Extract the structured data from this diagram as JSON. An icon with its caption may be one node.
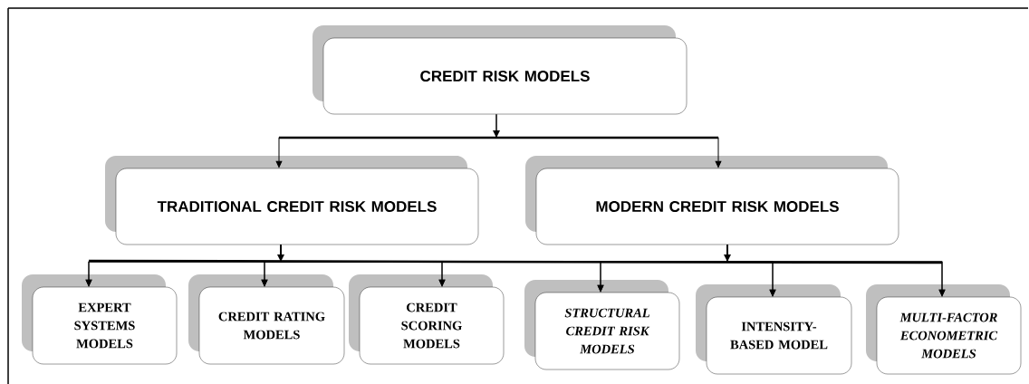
{
  "diagram": {
    "nodes": [
      {
        "text": [
          "CREDIT RISK MODELS"
        ]
      },
      {
        "text": [
          "TRADITIONAL CREDIT RISK MODELS"
        ]
      },
      {
        "text": [
          "MODERN CREDIT RISK MODELS"
        ]
      },
      {
        "text": [
          "EXPERT SYSTEMS MODELS"
        ]
      },
      {
        "text": [
          "CREDIT RATING MODELS"
        ]
      },
      {
        "text": [
          "CREDIT SCORING MODELS"
        ]
      },
      {
        "text": [
          "STRUCTURAL CREDIT RISK MODELS"
        ]
      },
      {
        "text": [
          "INTENSITY-BASED MODEL"
        ]
      },
      {
        "text": [
          "MULTI-FACTOR ECONOMETRIC MODELS"
        ]
      }
    ],
    "edges": [
      {
        "from": 0,
        "to": 1,
        "arrow": "to"
      },
      {
        "from": 0,
        "to": 2,
        "arrow": "to"
      },
      {
        "from": 1,
        "to": 3,
        "arrow": "to"
      },
      {
        "from": 1,
        "to": 4,
        "arrow": "to"
      },
      {
        "from": 1,
        "to": 5,
        "arrow": "to"
      },
      {
        "from": 1,
        "to": 6,
        "arrow": "to"
      },
      {
        "from": 1,
        "to": 7,
        "arrow": "to"
      },
      {
        "from": 1,
        "to": 8,
        "arrow": "to"
      },
      {
        "from": 2,
        "to": 3,
        "arrow": "to"
      },
      {
        "from": 2,
        "to": 4,
        "arrow": "to"
      },
      {
        "from": 2,
        "to": 5,
        "arrow": "to"
      },
      {
        "from": 2,
        "to": 6,
        "arrow": "to"
      },
      {
        "from": 2,
        "to": 7,
        "arrow": "to"
      },
      {
        "from": 2,
        "to": 8,
        "arrow": "to"
      }
    ]
  }
}
